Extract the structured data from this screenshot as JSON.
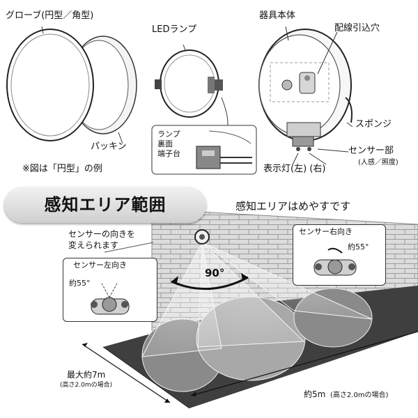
{
  "parts": {
    "globe_label": "グローブ(円型／角型)",
    "packing_label": "パッキン",
    "figure_note": "※図は「円型」の例",
    "led_lamp_label": "LEDランプ",
    "lamp_terminal_label": [
      "ランプ",
      "裏面",
      "端子台"
    ],
    "body_label": "器具本体",
    "wiring_hole_label": "配線引込穴",
    "sponge_label": "スポンジ",
    "sensor_label": "センサー部",
    "sensor_sub_label": "(人感／照度)",
    "indicator_label": "表示灯(左)  (右)"
  },
  "detection": {
    "section_title": "感知エリア範囲",
    "guide_title": "感知エリアはめやすです",
    "orientation_note": [
      "センサーの向きを",
      "変えられます"
    ],
    "left_box_title": "センサー左向き",
    "left_angle": "約55°",
    "right_box_title": "センサー右向き",
    "right_angle": "約55°",
    "angle_label": "90°",
    "depth_label": "最大約7m",
    "depth_note": "(高さ2.0mの場合)",
    "width_label": "約5m",
    "width_note": "(高さ2.0mの場合)"
  },
  "colors": {
    "floor": "#3f3f3f",
    "wall": "#d9d9d9",
    "ribbon": "#e3e3e3"
  }
}
